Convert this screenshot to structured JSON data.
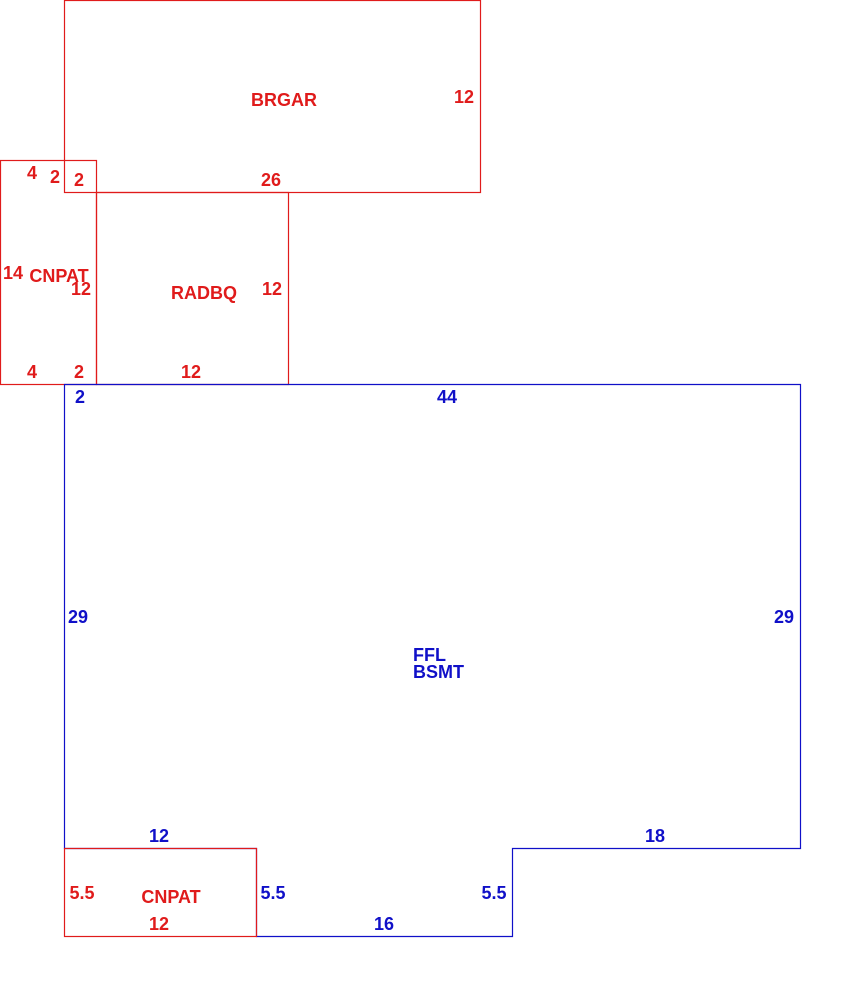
{
  "colors": {
    "attached": "#e01b1b",
    "main": "#1010c8",
    "background": "#ffffff"
  },
  "brgar": {
    "name": "BRGAR",
    "dim_right": "12",
    "dim_bottom": "26",
    "dim_bottom_left": "2"
  },
  "cnpat_left": {
    "name": "CNPAT",
    "dim_top": "4",
    "dim_top_step": "2",
    "dim_left": "14",
    "dim_right": "12",
    "dim_bottom": "4",
    "dim_bottom_step": "2"
  },
  "radbq": {
    "name": "RADBQ",
    "dim_right": "12",
    "dim_bottom": "12"
  },
  "main_area": {
    "line1": "FFL",
    "line2": "BSMT",
    "dim_top": "44",
    "dim_top_left": "2",
    "dim_left": "29",
    "dim_right": "29",
    "dim_bottom_left": "12",
    "dim_notch_left": "5.5",
    "dim_notch_bottom": "16",
    "dim_notch_right": "5.5",
    "dim_bottom_right": "18"
  },
  "cnpat_bottom": {
    "name": "CNPAT",
    "dim_left": "5.5",
    "dim_bottom": "12"
  }
}
